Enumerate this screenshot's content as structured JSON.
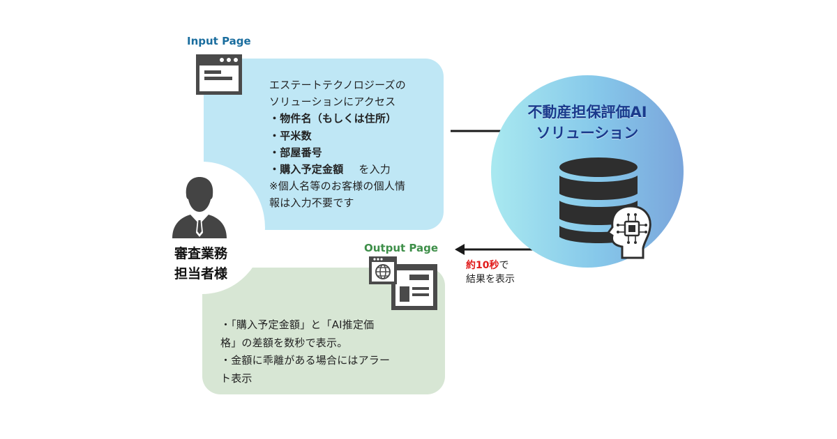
{
  "input": {
    "title": "Input Page",
    "lines": [
      "エステートテクノロジーズの",
      "ソリューションにアクセス",
      "・物件名（もしくは住所）",
      "・平米数",
      "・部屋番号",
      "・購入予定金額",
      "を入力",
      "※個人名等のお客様の個人情",
      "報は入力不要です"
    ]
  },
  "output": {
    "title": "Output Page",
    "lines": [
      "・「購入予定金額」と「AI推定価",
      "格」の差額を数秒で表示。",
      "・金額に乖離がある場合にはアラー",
      "ト表示"
    ]
  },
  "person": {
    "label_line1": "審査業務",
    "label_line2": "担当者様"
  },
  "ai": {
    "title_line1": "不動産担保評価AI",
    "title_line2": "ソリューション"
  },
  "timing": {
    "highlight": "約10秒",
    "suffix": "で",
    "line2": "結果を表示"
  },
  "colors": {
    "input_panel": "#bfe7f5",
    "output_panel": "#d7e6d4",
    "input_title": "#1a6d9e",
    "output_title": "#3e8f49",
    "ai_title": "#1a3a8c",
    "highlight": "#e11b1b"
  },
  "icons": {
    "input": "browser-window-icon",
    "output": "web-page-globe-icon",
    "person": "business-person-icon",
    "ai": "database-ai-chip-icon"
  }
}
